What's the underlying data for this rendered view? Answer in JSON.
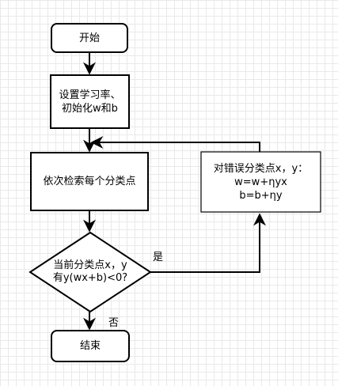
{
  "nodes": {
    "start": {
      "label": "开始"
    },
    "init": {
      "lines": [
        "设置学习率、",
        "初始化w和b"
      ]
    },
    "check": {
      "label": "依次检索每个分类点"
    },
    "decision": {
      "lines": [
        "当前分类点x，y",
        "有y(wx+b)<0?"
      ]
    },
    "update": {
      "lines": [
        "对错误分类点x，y：",
        "w=w+ηyx",
        "b=b+ηy"
      ]
    },
    "end": {
      "label": "结束"
    }
  },
  "edges": {
    "yes_label": "是",
    "no_label": "否"
  }
}
